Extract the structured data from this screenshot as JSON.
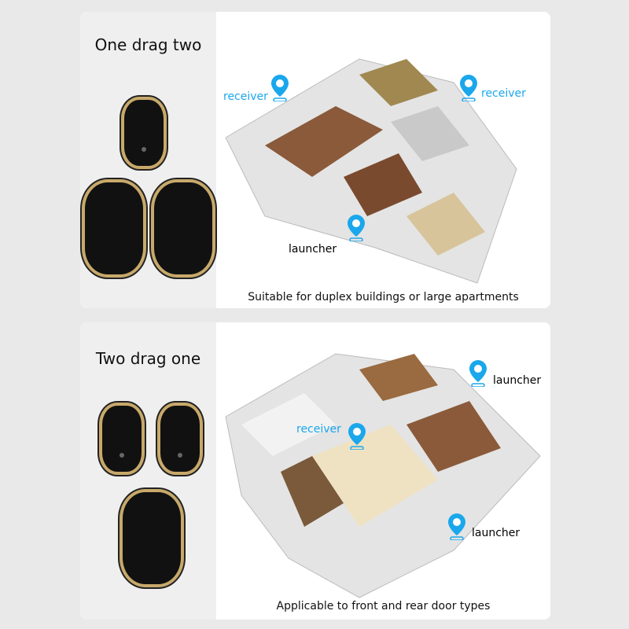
{
  "panels": [
    {
      "title": "One drag two",
      "caption": "Suitable for duplex buildings or large apartments",
      "labels": [
        "receiver",
        "receiver",
        "launcher"
      ]
    },
    {
      "title": "Two drag one",
      "caption": "Applicable to front and rear door types",
      "labels": [
        "launcher",
        "receiver",
        "launcher"
      ]
    }
  ],
  "colors": {
    "pin": "#1aa7ec",
    "gold": "#c8a96a"
  }
}
